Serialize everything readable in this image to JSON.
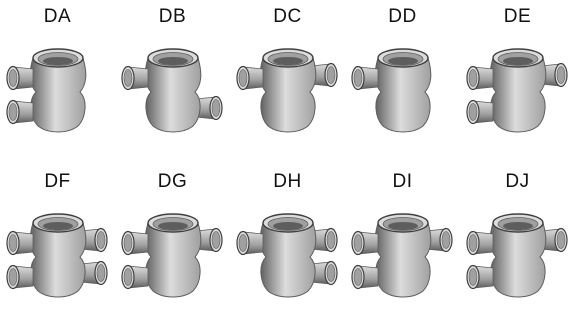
{
  "figure": {
    "items": [
      {
        "label": "DA",
        "outlets": [
          "left-top",
          "left-bottom"
        ]
      },
      {
        "label": "DB",
        "outlets": [
          "left-top",
          "right-bottom"
        ]
      },
      {
        "label": "DC",
        "outlets": [
          "left-top",
          "right-top"
        ]
      },
      {
        "label": "DD",
        "outlets": [
          "left-top"
        ]
      },
      {
        "label": "DE",
        "outlets": [
          "left-top",
          "left-bottom",
          "right-top"
        ]
      },
      {
        "label": "DF",
        "outlets": [
          "left-top",
          "left-bottom",
          "right-top",
          "right-bottom"
        ]
      },
      {
        "label": "DG",
        "outlets": [
          "left-top",
          "left-bottom",
          "right-top"
        ]
      },
      {
        "label": "DH",
        "outlets": [
          "left-top",
          "right-top",
          "right-bottom"
        ]
      },
      {
        "label": "DI",
        "outlets": [
          "left-top",
          "left-bottom",
          "right-top"
        ]
      },
      {
        "label": "DJ",
        "outlets": [
          "left-top",
          "left-bottom",
          "right-top"
        ]
      }
    ],
    "colors": {
      "label": "#111111",
      "body_light": "#dcdcdc",
      "body_mid": "#a0a0a0",
      "body_dark": "#5e5e5e",
      "rim": "#3f3f3f",
      "background": "#ffffff"
    }
  }
}
